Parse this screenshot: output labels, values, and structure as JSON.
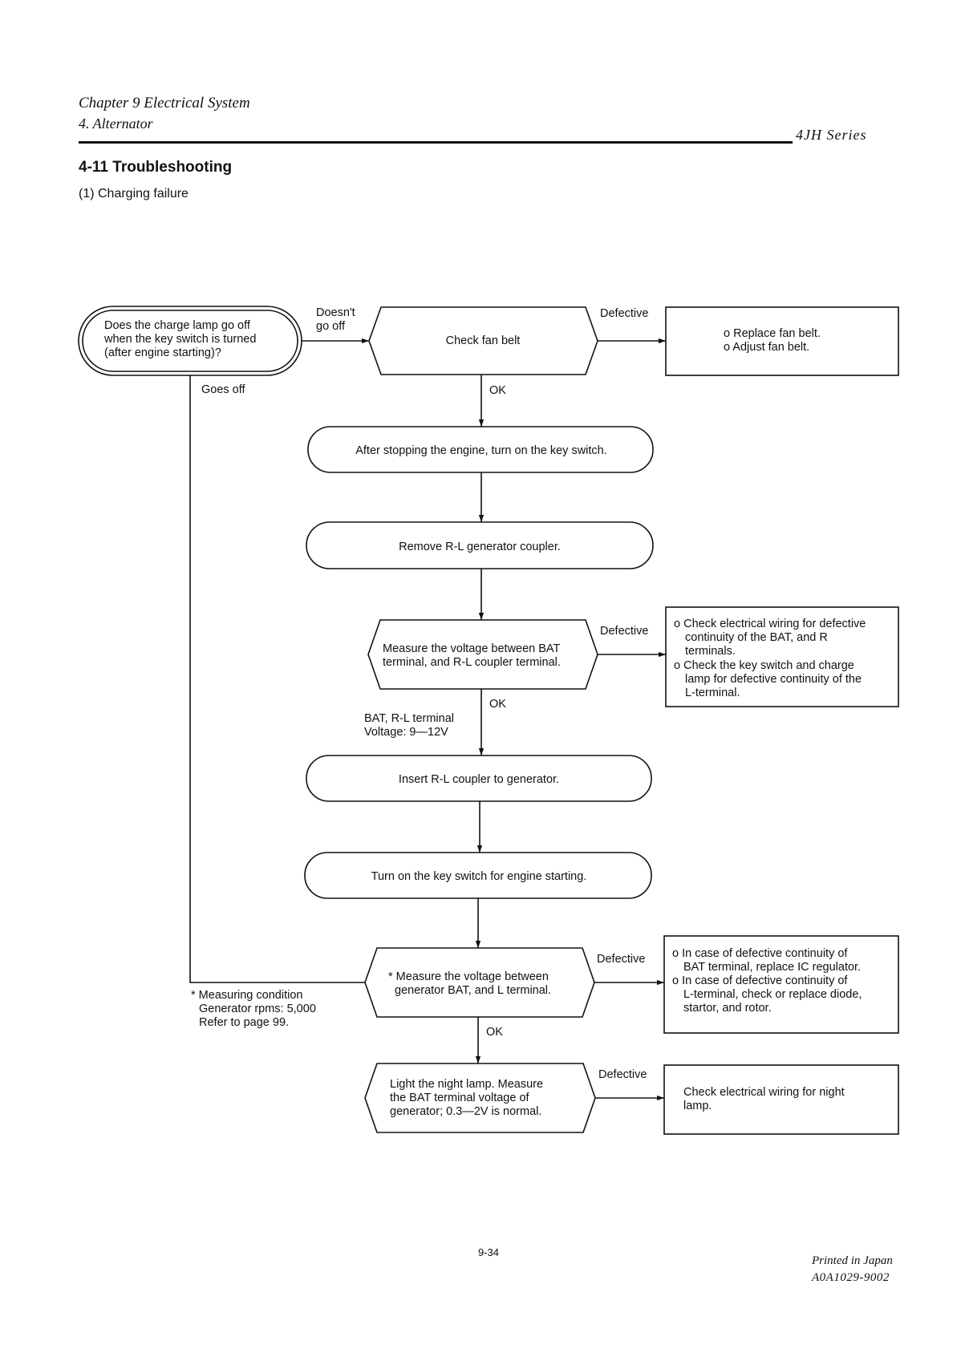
{
  "header": {
    "chapter": "Chapter 9 Electrical System",
    "section": "4. Alternator",
    "series": "4JH Series"
  },
  "title": "4-11 Troubleshooting",
  "subtitle": "(1) Charging failure",
  "flowchart": {
    "start": [
      "Does the charge lamp go off",
      "when the key switch is turned",
      "(after engine starting)?"
    ],
    "check_fan_belt": "Check fan belt",
    "fan_belt_remedy": [
      "o Replace fan belt.",
      "o Adjust fan belt."
    ],
    "step_key_switch": "After stopping the engine, turn on the key switch.",
    "step_remove_coupler": "Remove R-L generator coupler.",
    "measure_bat_rl": [
      "Measure the voltage between BAT",
      "terminal, and R-L coupler terminal."
    ],
    "bat_rl_remedy": [
      "o Check electrical wiring for defective",
      "continuity of the BAT, and R",
      "terminals.",
      "o Check the key switch and charge",
      "lamp for defective continuity of the",
      "L-terminal."
    ],
    "bat_rl_voltage": [
      "BAT, R-L terminal",
      "Voltage: 9—12V"
    ],
    "step_insert_coupler": "Insert R-L coupler to generator.",
    "step_engine_start": "Turn on the key switch for engine starting.",
    "measure_bat_l": [
      "* Measure the voltage between",
      "generator BAT, and L terminal."
    ],
    "bat_l_remedy": [
      "o In case of defective continuity of",
      "BAT terminal, replace IC regulator.",
      "o In case of defective continuity of",
      "L-terminal, check or replace diode,",
      "startor, and rotor."
    ],
    "measuring_condition": [
      "* Measuring condition",
      "Generator rpms: 5,000",
      "Refer to page 99."
    ],
    "night_lamp": [
      "Light the night lamp. Measure",
      "the BAT terminal voltage of",
      "generator; 0.3—2V is normal."
    ],
    "night_lamp_remedy": [
      "Check electrical wiring for night",
      "lamp."
    ],
    "labels": {
      "doesnt_go_off": [
        "Doesn't",
        "go off"
      ],
      "goes_off": "Goes off",
      "defective": "Defective",
      "ok": "OK"
    }
  },
  "footer": {
    "page": "9-34",
    "printed": "Printed in Japan",
    "code": "A0A1029-9002"
  }
}
